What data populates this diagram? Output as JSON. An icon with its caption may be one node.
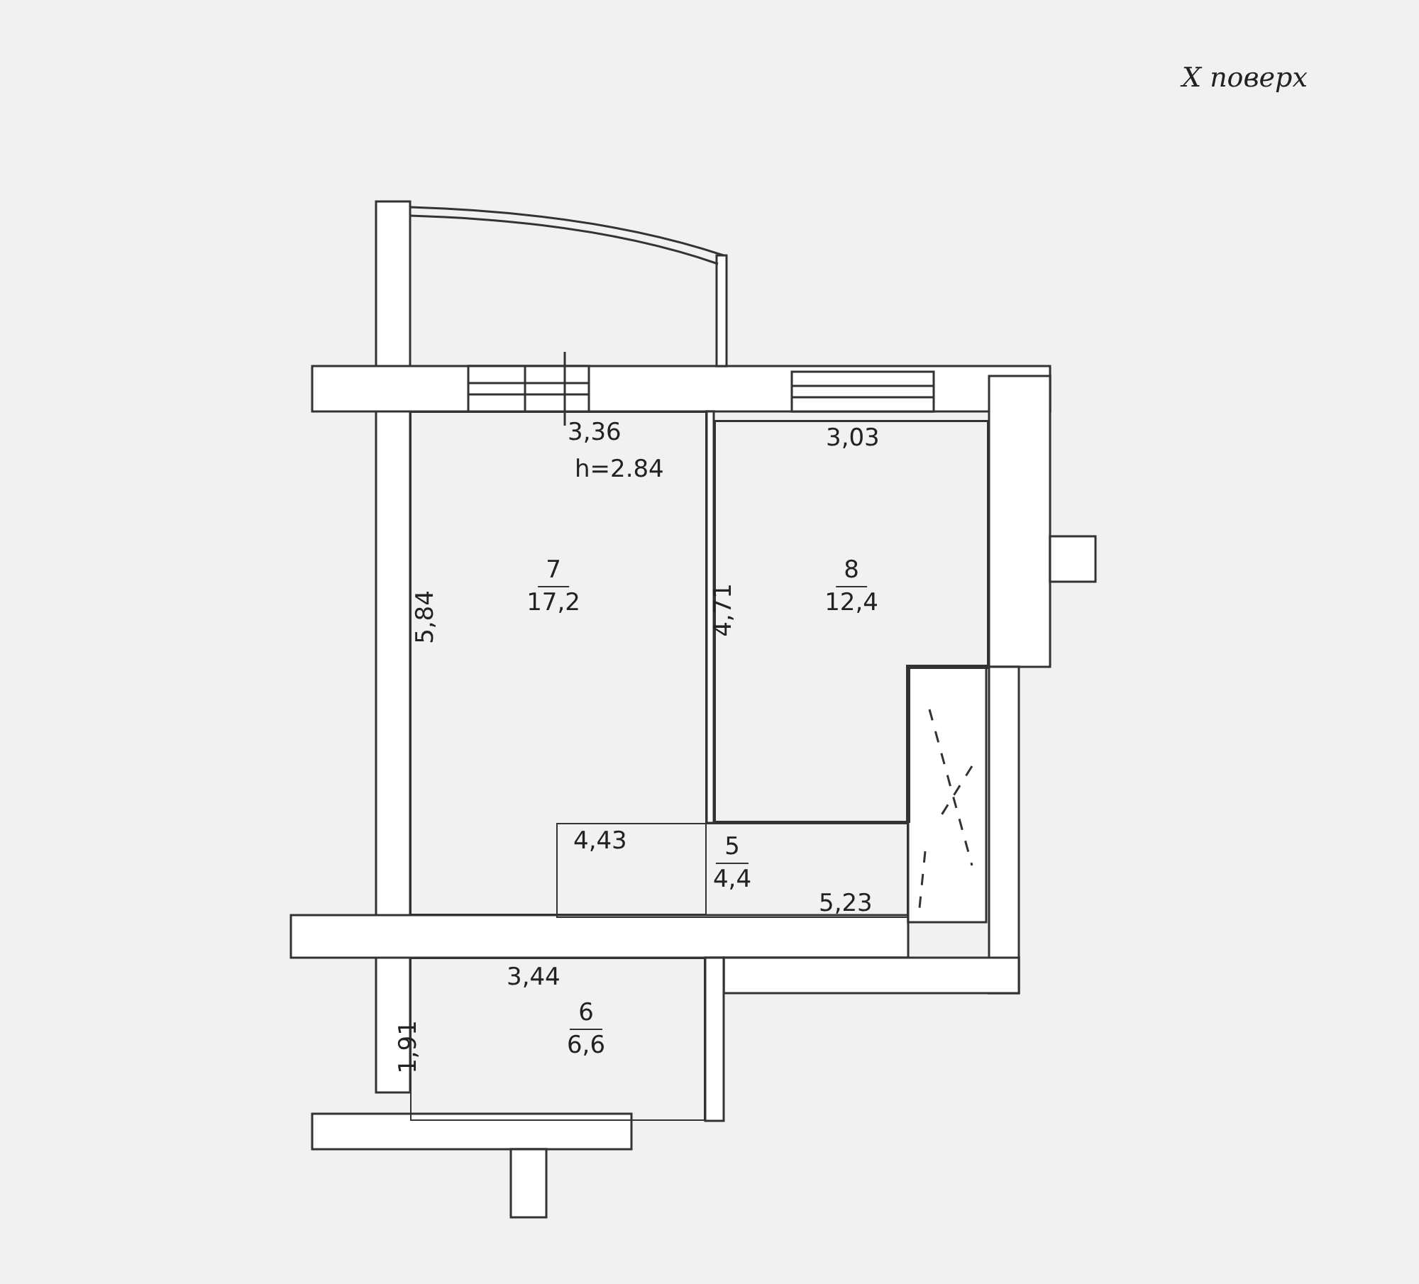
{
  "diagram": {
    "title": "X поверх",
    "nodes": [
      {
        "text": [
          "7",
          "17,2"
        ]
      },
      {
        "text": [
          "8",
          "12,4"
        ]
      },
      {
        "text": [
          "5",
          "4,4"
        ]
      },
      {
        "text": [
          "6",
          "6,6"
        ]
      }
    ],
    "labels": [
      "3,36",
      "h=2.84",
      "3,03",
      "5,84",
      "4,71",
      "4,43",
      "5,23",
      "3,44",
      "1,91"
    ]
  }
}
